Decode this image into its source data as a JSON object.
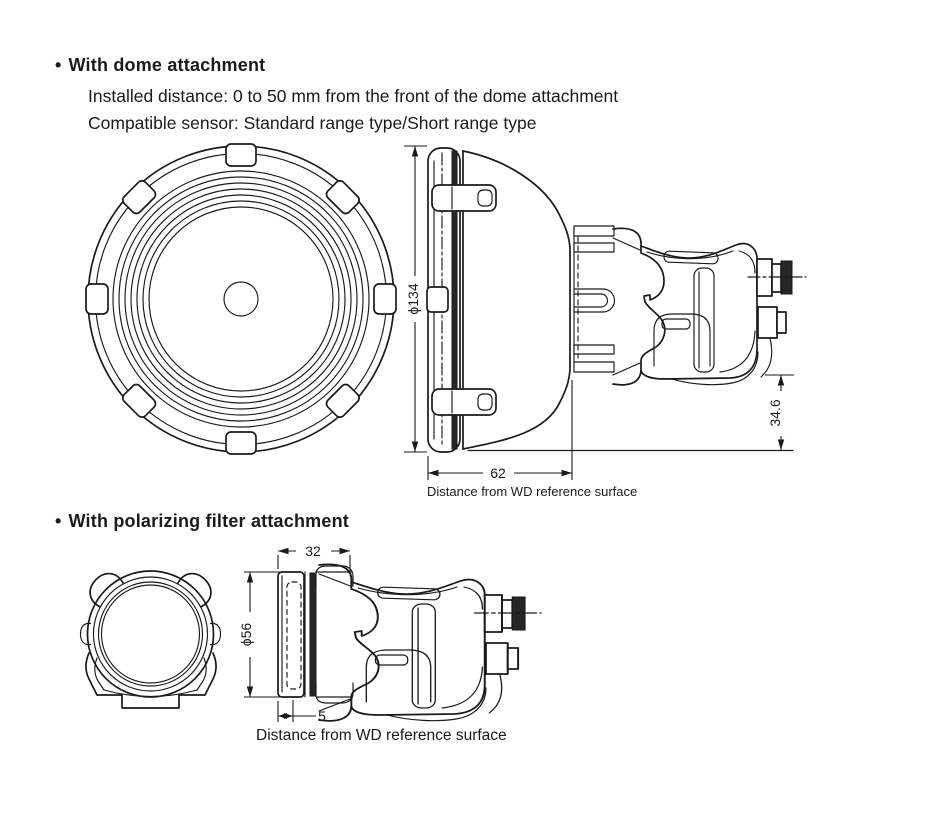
{
  "colors": {
    "background": "#ffffff",
    "line": "#1a1a1a"
  },
  "sections": {
    "dome": {
      "bullet": "•",
      "title": "With dome attachment",
      "installed_distance": "Installed distance: 0 to 50 mm from the front of the dome attachment",
      "compatible_sensor": "Compatible sensor: Standard range type/Short range type",
      "dim_diameter": "ϕ134",
      "dim_depth": "62",
      "dim_height": "34.6",
      "caption": "Distance from WD reference surface"
    },
    "polarizing": {
      "bullet": "•",
      "title": "With polarizing filter attachment",
      "dim_width": "32",
      "dim_diameter": "ϕ56",
      "dim_offset": "5",
      "caption": "Distance from WD reference surface"
    }
  }
}
